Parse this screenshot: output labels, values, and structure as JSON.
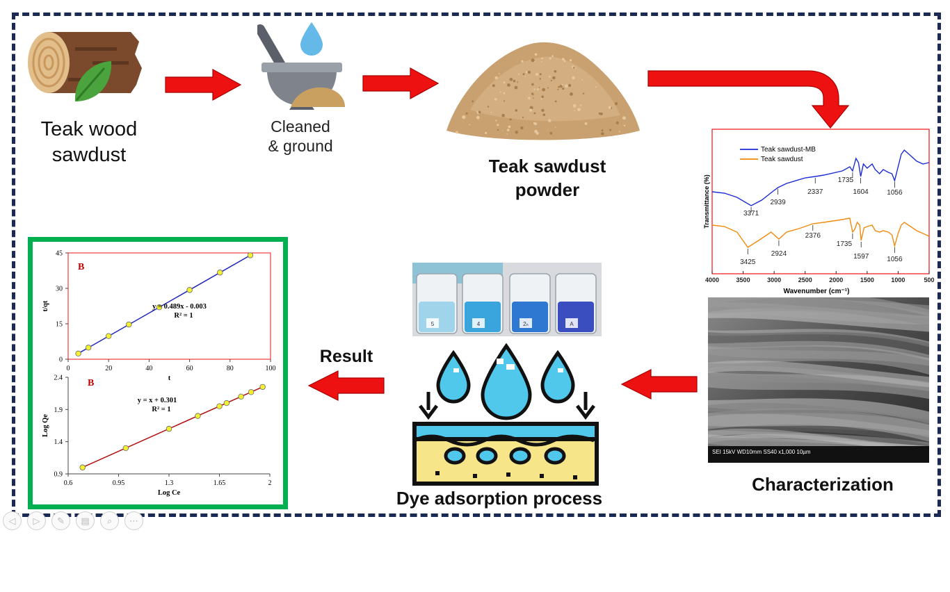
{
  "labels": {
    "teak_wood": "Teak wood\nsawdust",
    "cleaned": "Cleaned\n& ground",
    "powder": "Teak sawdust\npowder",
    "characterization": "Characterization",
    "dye": "Dye adsorption process",
    "result": "Result"
  },
  "colors": {
    "arrow_red": "#ee1111",
    "frame_navy": "#1b2a55",
    "green_frame": "#00b050",
    "ftir_blue": "#1a2ad4",
    "ftir_orange": "#f08a0c",
    "kinetic_line": "#1a24b8",
    "isotherm_line": "#b01010",
    "marker": "#f3f034"
  },
  "icons": [
    "log-icon",
    "leaf-icon",
    "mortar-pestle-icon",
    "water-drop-icon",
    "sawdust-pile-icon",
    "water-drops-icon",
    "adsorbent-bed-icon",
    "beakers-photo",
    "sem-image"
  ],
  "ftir": {
    "legend": [
      "Teak sawdust-MB",
      "Teak sawdust"
    ],
    "ylabel": "Transmittance (%)",
    "xlabel": "Wavenumber (cm⁻¹)",
    "xticks": [
      "4000",
      "3500",
      "3000",
      "2500",
      "2000",
      "1500",
      "1000",
      "500"
    ],
    "peaks_mb": [
      "3371",
      "2939",
      "2337",
      "1735",
      "1604",
      "1056"
    ],
    "peaks_raw": [
      "3425",
      "2924",
      "2376",
      "1735",
      "1597",
      "1056"
    ]
  },
  "sem": {
    "footer": "SEI    15kV    WD10mm    SS40        x1,000    10µm"
  },
  "beaker_labels": [
    "5",
    "4",
    "2ₕ",
    "A"
  ],
  "toolbar": [
    "◁",
    "▷",
    "✎",
    "▤",
    "⌕",
    "⋯"
  ],
  "chart_data": [
    {
      "type": "scatter",
      "title": "B",
      "xlabel": "t",
      "ylabel": "t/qt",
      "xlim": [
        0,
        100
      ],
      "ylim": [
        0,
        45
      ],
      "xticks": [
        0,
        20,
        40,
        60,
        80,
        100
      ],
      "yticks": [
        0,
        15,
        30,
        45
      ],
      "x": [
        5,
        10,
        20,
        30,
        45,
        60,
        75,
        90
      ],
      "y": [
        2.4,
        4.9,
        9.8,
        14.7,
        22.0,
        29.3,
        36.7,
        44.0
      ],
      "fit": {
        "slope": 0.489,
        "intercept": -0.003
      },
      "equation": "y = 0.489x - 0.003",
      "r2": "R² = 1"
    },
    {
      "type": "scatter",
      "title": "B",
      "xlabel": "Log Ce",
      "ylabel": "Log Qe",
      "xlim": [
        0.6,
        2
      ],
      "ylim": [
        0.9,
        2.4
      ],
      "xticks": [
        "0.6",
        "0.95",
        "1.3",
        "1.65",
        "2"
      ],
      "yticks": [
        "0.9",
        "1.4",
        "1.9",
        "2.4"
      ],
      "x": [
        0.7,
        1.0,
        1.3,
        1.5,
        1.65,
        1.7,
        1.8,
        1.87,
        1.95
      ],
      "y": [
        1.0,
        1.3,
        1.6,
        1.8,
        1.95,
        2.0,
        2.1,
        2.17,
        2.25
      ],
      "fit": {
        "slope": 1,
        "intercept": 0.301
      },
      "equation": "y = x + 0.301",
      "r2": "R² = 1"
    }
  ]
}
